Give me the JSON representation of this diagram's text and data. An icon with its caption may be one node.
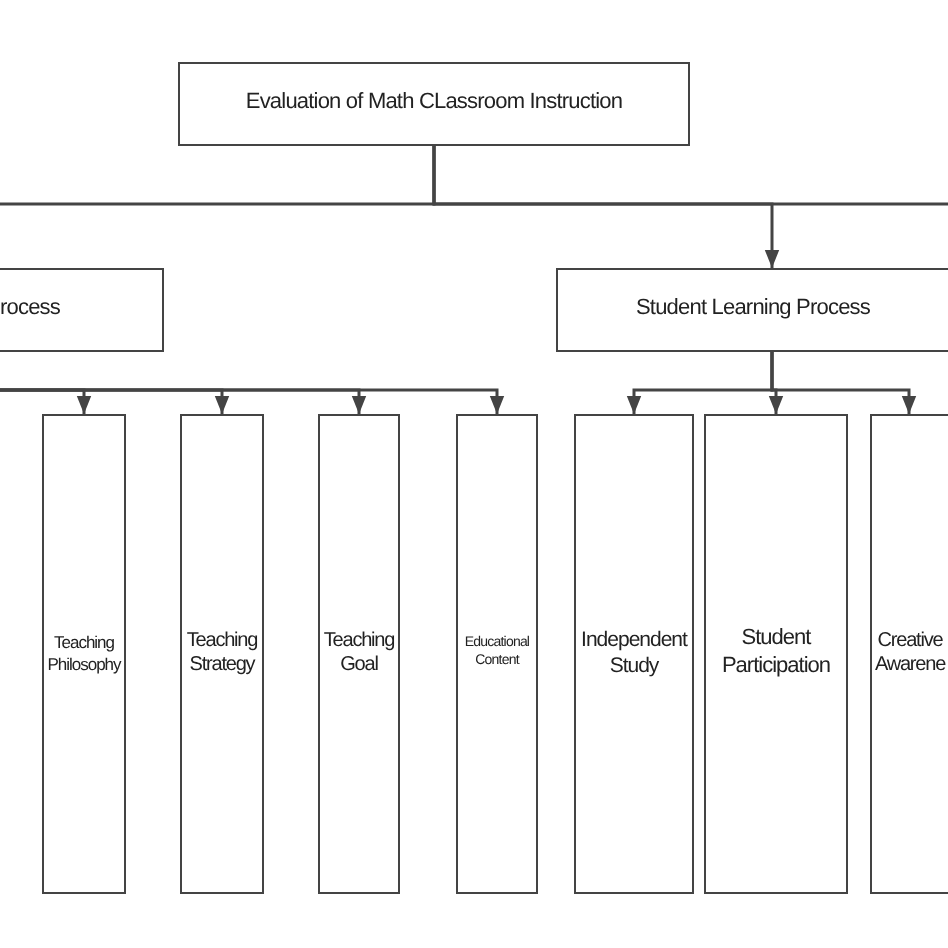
{
  "diagram": {
    "nodes": [
      {
        "text": [
          "Evaluation of Math CLassroom Instruction"
        ]
      },
      {
        "text": [
          "rocess"
        ]
      },
      {
        "text": [
          "Student Learning Process"
        ]
      },
      {
        "text": [
          "Teaching Philosophy"
        ]
      },
      {
        "text": [
          "Teaching Strategy"
        ]
      },
      {
        "text": [
          "Teaching Goal"
        ]
      },
      {
        "text": [
          "Educational Content"
        ]
      },
      {
        "text": [
          "Independent Study"
        ]
      },
      {
        "text": [
          "Student Participation"
        ]
      },
      {
        "text": [
          "Creative Awarene"
        ]
      }
    ],
    "edges": [
      {
        "from": 0,
        "to": 2,
        "arrow": "to"
      },
      {
        "from": 0,
        "to": null,
        "arrow": "none"
      },
      {
        "from": 0,
        "to": null,
        "arrow": "none"
      },
      {
        "from": null,
        "to": 3,
        "arrow": "to"
      },
      {
        "from": null,
        "to": 4,
        "arrow": "to"
      },
      {
        "from": null,
        "to": 5,
        "arrow": "to"
      },
      {
        "from": null,
        "to": 6,
        "arrow": "to"
      },
      {
        "from": 2,
        "to": 7,
        "arrow": "to"
      },
      {
        "from": 2,
        "to": 8,
        "arrow": "to"
      },
      {
        "from": 2,
        "to": 9,
        "arrow": "to"
      }
    ]
  }
}
